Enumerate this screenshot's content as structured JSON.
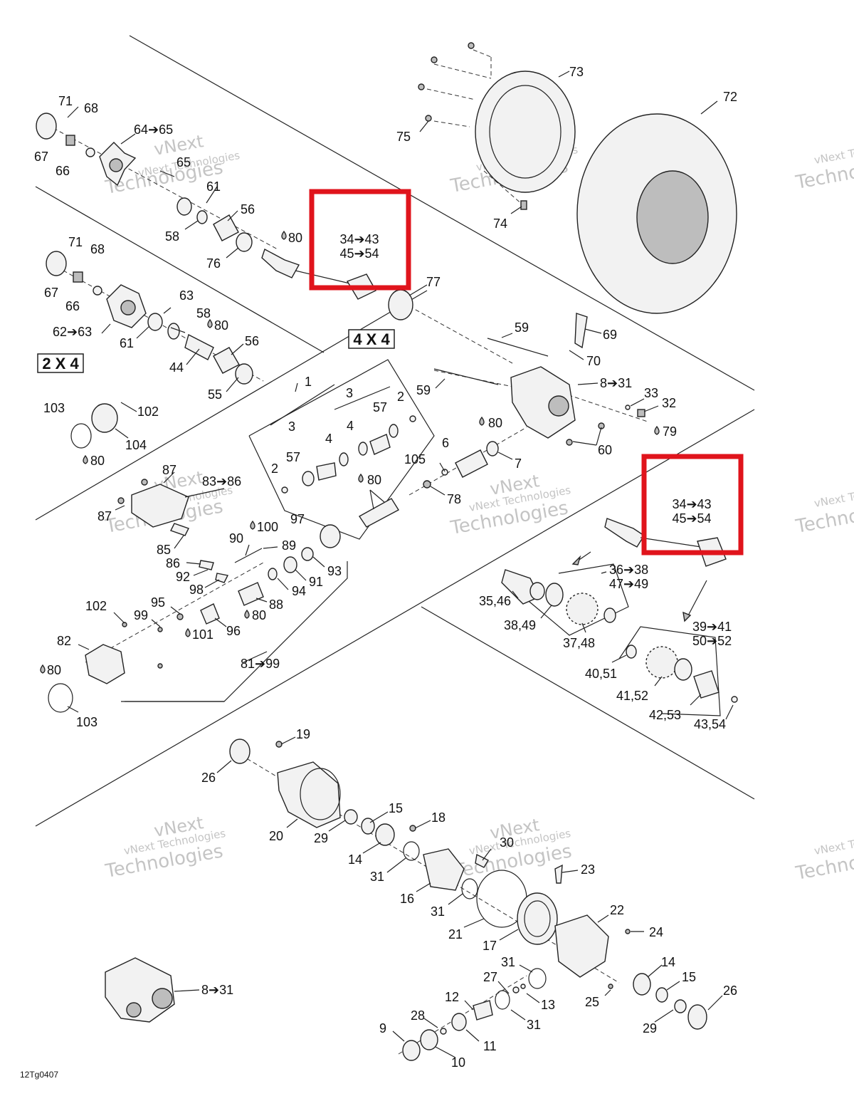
{
  "diagram_code": "12Tg0407",
  "sections": {
    "two_by_four": "2 X 4",
    "four_by_four": "4 X 4"
  },
  "highlight_boxes": [
    {
      "line1": "34➔43",
      "line2": "45➔54"
    },
    {
      "line1": "34➔43",
      "line2": "45➔54"
    }
  ],
  "watermark": {
    "line1": "vNext Technologies",
    "line2": "vNext",
    "line3": "Technologies"
  },
  "colors": {
    "highlight": "#e0141c",
    "ink": "#111111",
    "watermark": "#c4c4c4"
  },
  "labels": {
    "l71a": "71",
    "l68a": "68",
    "l6465": "64➔65",
    "l67a": "67",
    "l65": "65",
    "l66a": "66",
    "l61a": "61",
    "l56a": "56",
    "l58a": "58",
    "l76": "76",
    "l80a": "80",
    "l71b": "71",
    "l68b": "68",
    "l67b": "67",
    "l66b": "66",
    "l63": "63",
    "l58b": "58",
    "l80b": "80",
    "l6263": "62➔63",
    "l61b": "61",
    "l56b": "56",
    "l44": "44",
    "l55": "55",
    "l103a": "103",
    "l102a": "102",
    "l104": "104",
    "l80c": "80",
    "l75": "75",
    "l73": "73",
    "l72": "72",
    "l74": "74",
    "l77": "77",
    "l59a": "59",
    "l69": "69",
    "l70": "70",
    "l59b": "59",
    "l831a": "8➔31",
    "l33": "33",
    "l32": "32",
    "l79": "79",
    "l80d": "80",
    "l60": "60",
    "l1": "1",
    "l3a": "3",
    "l2a": "2",
    "l3b": "3",
    "l57a": "57",
    "l4a": "4",
    "l4b": "4",
    "l57b": "57",
    "l2b": "2",
    "l105": "105",
    "l6": "6",
    "l7": "7",
    "l78": "78",
    "l80e": "80",
    "l87a": "87",
    "l8386": "83➔86",
    "l87b": "87",
    "l85": "85",
    "l86": "86",
    "l92": "92",
    "l98": "98",
    "l90": "90",
    "l100": "100",
    "l89": "89",
    "l97": "97",
    "l93": "93",
    "l91": "91",
    "l94": "94",
    "l88": "88",
    "l80f": "80",
    "l96": "96",
    "l95": "95",
    "l101": "101",
    "l99": "99",
    "l102b": "102",
    "l82": "82",
    "l80g": "80",
    "l103b": "103",
    "l8199": "81➔99",
    "l3638": "36➔38",
    "l4749": "47➔49",
    "l3546": "35,46",
    "l3849": "38,49",
    "l3748": "37,48",
    "l3941": "39➔41",
    "l5052": "50➔52",
    "l4051": "40,51",
    "l4152": "41,52",
    "l4253": "42,53",
    "l4354": "43,54",
    "l19": "19",
    "l26a": "26",
    "l20": "20",
    "l29a": "29",
    "l15a": "15",
    "l14a": "14",
    "l31a": "31",
    "l18": "18",
    "l30": "30",
    "l23": "23",
    "l16": "16",
    "l31b": "31",
    "l21": "21",
    "l17": "17",
    "l22": "22",
    "l24": "24",
    "l31c": "31",
    "l14b": "14",
    "l15b": "15",
    "l26b": "26",
    "l27": "27",
    "l13": "13",
    "l12": "12",
    "l25": "25",
    "l29b": "29",
    "l28": "28",
    "l31d": "31",
    "l9": "9",
    "l11": "11",
    "l10": "10",
    "l831b": "8➔31"
  }
}
